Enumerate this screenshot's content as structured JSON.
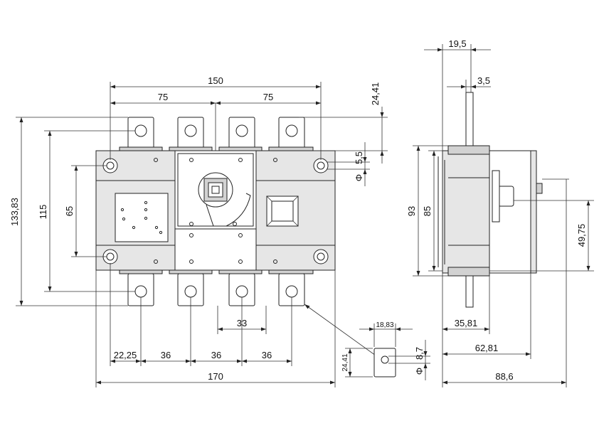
{
  "dimensions": {
    "front_width_150": "150",
    "front_half_left_75": "75",
    "front_half_right_75": "75",
    "terminal_top_24_41": "24,41",
    "hole_5_5": "5,5",
    "phi_symbol": "Φ",
    "total_height_133_83": "133,83",
    "height_115": "115",
    "height_65": "65",
    "pitch_33": "33",
    "left_22_25": "22,25",
    "pitch_36_a": "36",
    "pitch_36_b": "36",
    "pitch_36_c": "36",
    "overall_width_170": "170",
    "detail_width_18_83": "18,83",
    "detail_height_24_41": "24,41",
    "detail_hole_8_7": "8,7",
    "side_top_19_5": "19,5",
    "side_shaft_3_5": "3,5",
    "side_height_93": "93",
    "side_height_85": "85",
    "side_49_75": "49,75",
    "side_35_81": "35,81",
    "side_62_81": "62,81",
    "side_88_6": "88,6"
  },
  "colors": {
    "line": "#222222",
    "body_fill": "#e6e6e6",
    "body_dark_fill": "#d2d2d2",
    "background": "#ffffff"
  }
}
